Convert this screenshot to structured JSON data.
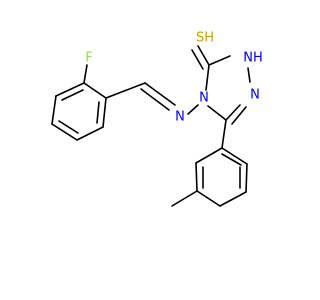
{
  "atoms": {
    "F": {
      "label": "F",
      "color": "#90e050"
    },
    "SH": {
      "label": "SH",
      "color": "#c8a000"
    },
    "NH": {
      "label": "NH",
      "color": "#0000ff"
    },
    "N_imine": {
      "label": "N",
      "color": "#0000ff"
    },
    "N_ring_4": {
      "label": "N",
      "color": "#0000ff"
    },
    "N_ring_2": {
      "label": "N",
      "color": "#0000ff"
    }
  },
  "colors": {
    "bond": "#000000",
    "background": "#ffffff"
  }
}
